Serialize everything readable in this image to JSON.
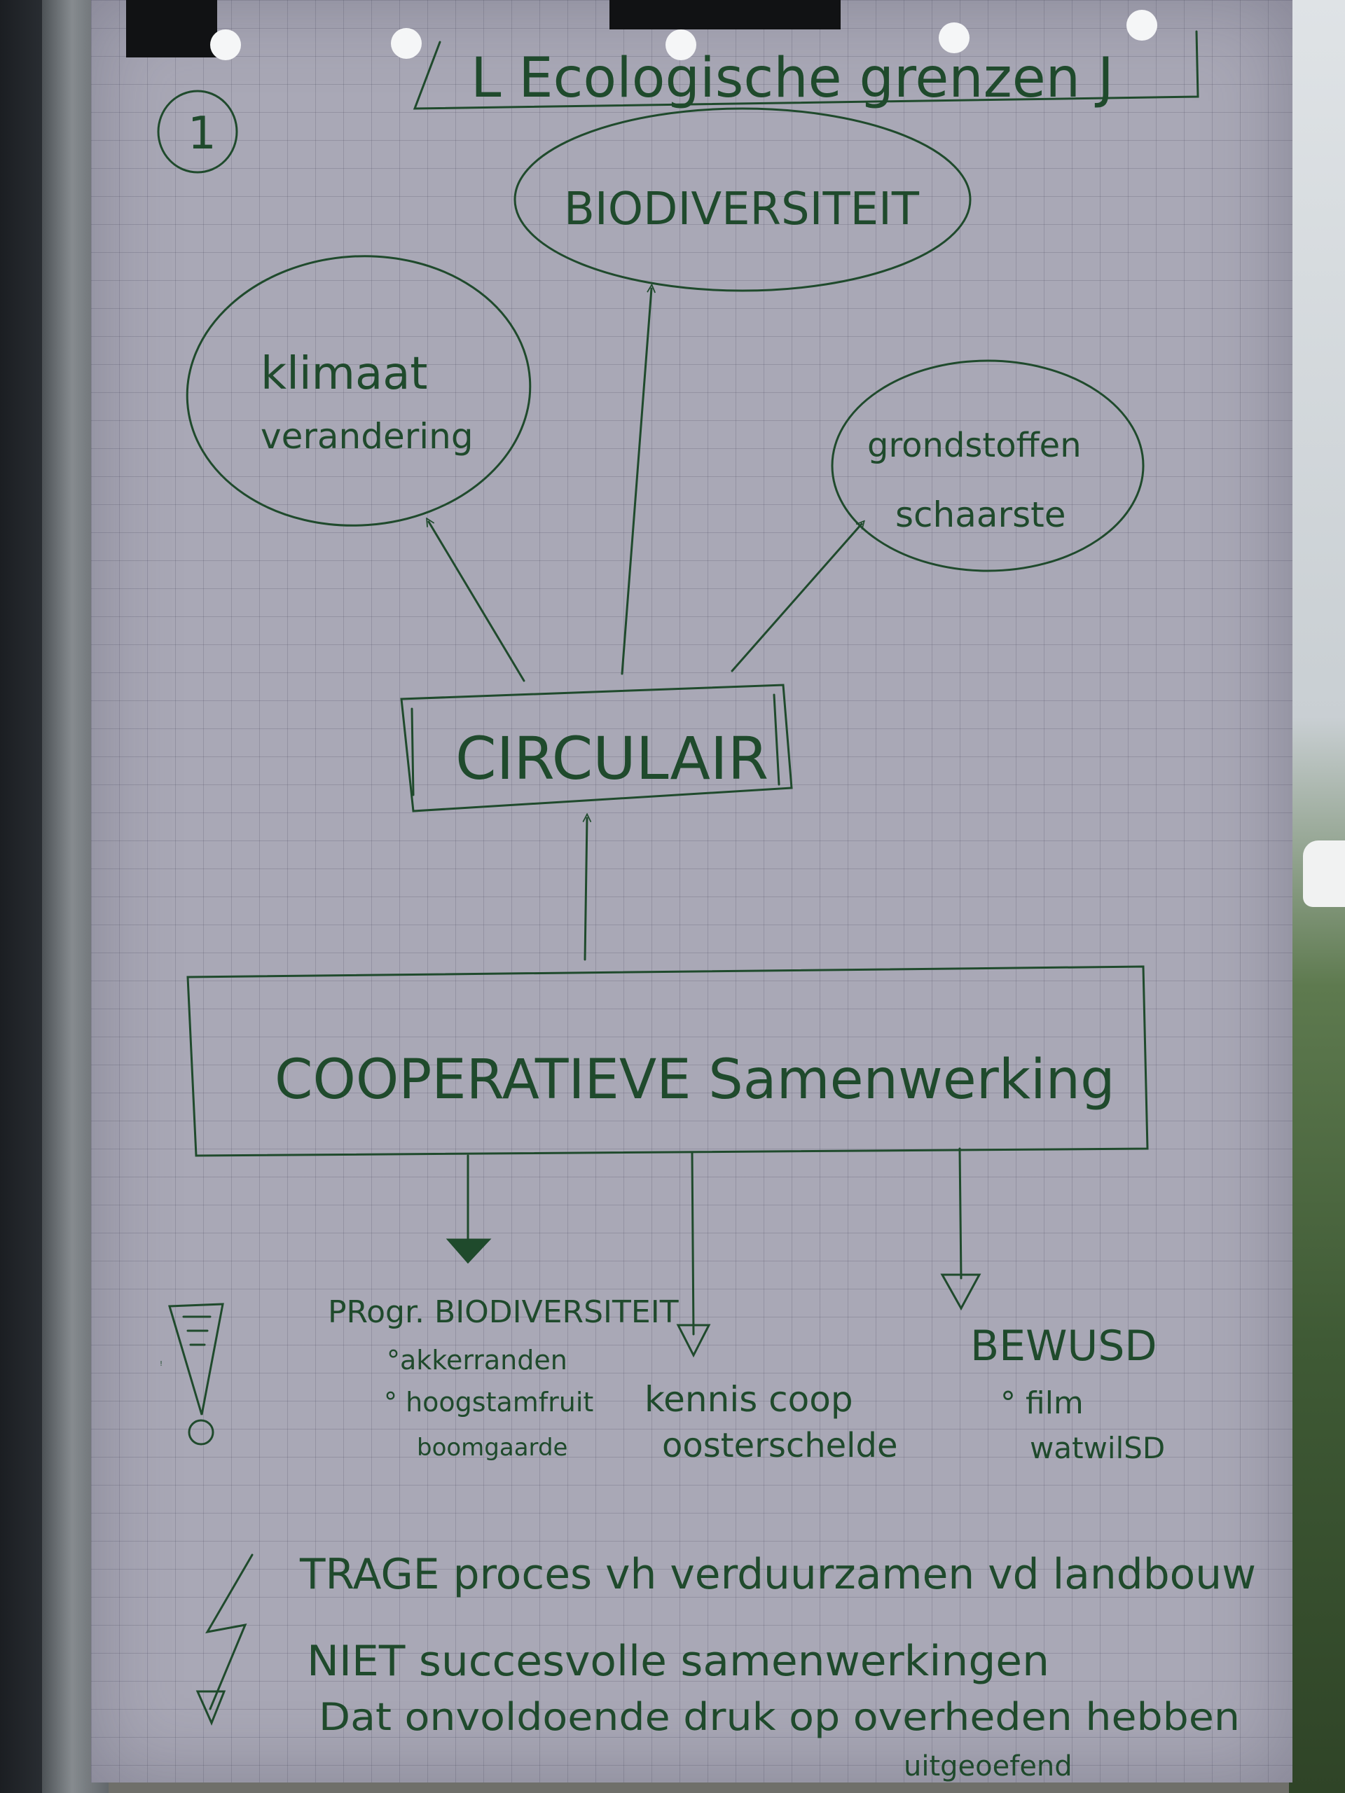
{
  "title": "L Ecologische grenzen J",
  "page_marker": "1",
  "colors": {
    "ink": "#1f4a2c",
    "paper": "#a9a8b6",
    "grid": "#7c7b8c"
  },
  "nodes": {
    "biodiversiteit": "BIODIVERSITEIT",
    "klimaat": [
      "klimaat",
      "verandering"
    ],
    "grondstoffen": [
      "grondstoffen",
      "schaarste"
    ],
    "circulair": "CIRCULAIR",
    "cooperatieve": "COOPERATIEVE Samenwerking"
  },
  "outcomes": {
    "progr": {
      "title": "PRogr. BIODIVERSITEIT",
      "items": [
        "°akkerranden",
        "° hoogstamfruit",
        "boomgaarde"
      ]
    },
    "kennis": [
      "kennis coop",
      "oosterschelde"
    ],
    "bewusd": {
      "title": "BEWUSD",
      "items": [
        "° film",
        "watwilSD"
      ]
    }
  },
  "exclamation": "!",
  "notes": {
    "line1": "TRAGE proces vh verduurzamen vd landbouw",
    "line2": "NIET succesvolle samenwerkingen",
    "line3": "Dat onvoldoende druk op overheden hebben",
    "line3_sub": "uitgeoefend"
  }
}
